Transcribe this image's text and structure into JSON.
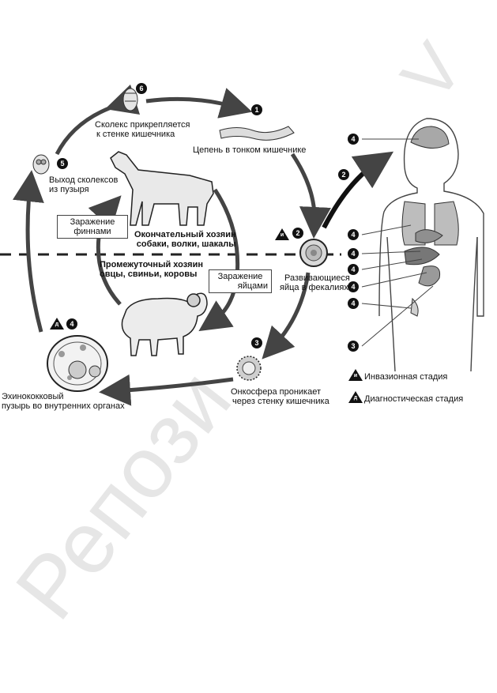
{
  "watermark": {
    "main": "Репози",
    "corner": "V"
  },
  "stages": {
    "s1": {
      "number": "1",
      "label": "Цепень в тонком кишечнике"
    },
    "s2": {
      "number": "2",
      "label_line1": "Развивающиеся",
      "label_line2": "яйца в фекалиях",
      "marker": "и"
    },
    "s3": {
      "number": "3",
      "label_line1": "Онкосфера проникает",
      "label_line2": "через стенку кишечника"
    },
    "s4": {
      "number": "4",
      "label_line1": "Эхинококковый",
      "label_line2": "пузырь во внутренних органах",
      "marker": "д"
    },
    "s5": {
      "number": "5",
      "label_line1": "Выход сколексов",
      "label_line2": "из пузыря"
    },
    "s6": {
      "number": "6",
      "label_line1": "Сколекс прикрепляется",
      "label_line2": "к стенке кишечника"
    }
  },
  "hosts": {
    "definitive": {
      "title": "Окончательный хозяин",
      "animals": "собаки, волки, шакалы"
    },
    "intermediate": {
      "title": "Промежуточный хозяин",
      "animals": "овцы, свиньи, коровы"
    }
  },
  "boxes": {
    "finns": {
      "line1": "Заражение",
      "line2": "финнами"
    },
    "eggs": {
      "line1": "Заражение",
      "line2": "яйцами"
    }
  },
  "human": {
    "route_number": "2",
    "organ_numbers": [
      "4",
      "4",
      "4",
      "4",
      "4",
      "4"
    ],
    "entry_number": "3"
  },
  "legend": {
    "invasive": {
      "marker": "и",
      "text": "Инвазионная стадия"
    },
    "diagnostic": {
      "marker": "д",
      "text": "Диагностическая стадия"
    }
  }
}
